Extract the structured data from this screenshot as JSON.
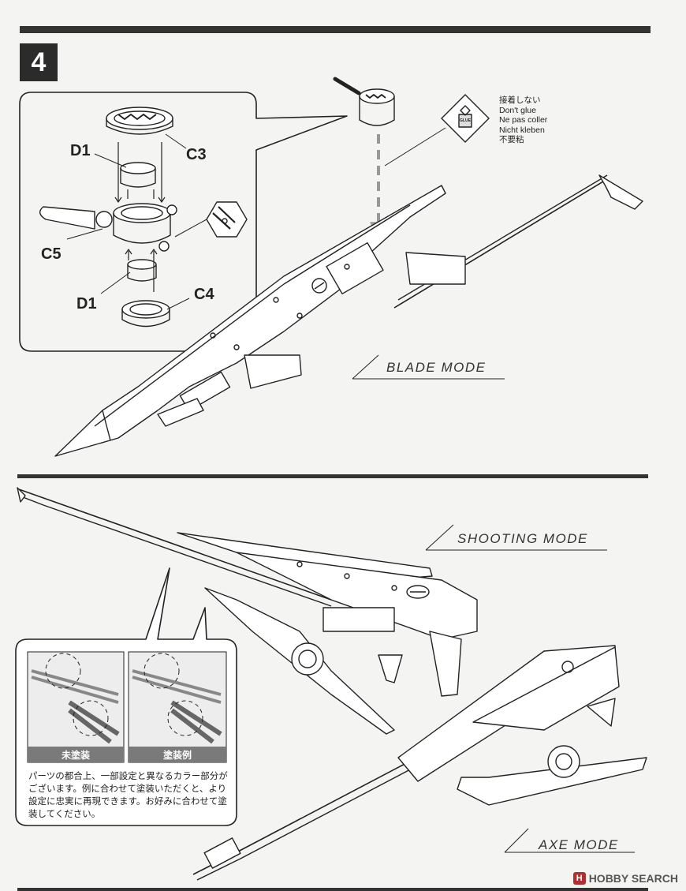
{
  "step": {
    "number": "4"
  },
  "parts": {
    "d1_top": "D1",
    "c3": "C3",
    "c5": "C5",
    "d1_bottom": "D1",
    "c4": "C4"
  },
  "glue_note": {
    "lines": [
      "接着しない",
      "Don't glue",
      "Ne pas coller",
      "Nicht kleben",
      "不要粘"
    ],
    "icon_text": "GLUE"
  },
  "modes": {
    "blade": "BLADE MODE",
    "shooting": "SHOOTING MODE",
    "axe": "AXE MODE"
  },
  "paint_compare": {
    "unpainted": "未塗装",
    "painted": "塗装例"
  },
  "paint_note": "パーツの都合上、一部設定と異なるカラー部分がございます。例に合わせて塗装いただくと、より設定に忠実に再現できます。お好みに合わせて塗装してください。",
  "watermark": {
    "logo": "H",
    "text": "HOBBY SEARCH"
  }
}
